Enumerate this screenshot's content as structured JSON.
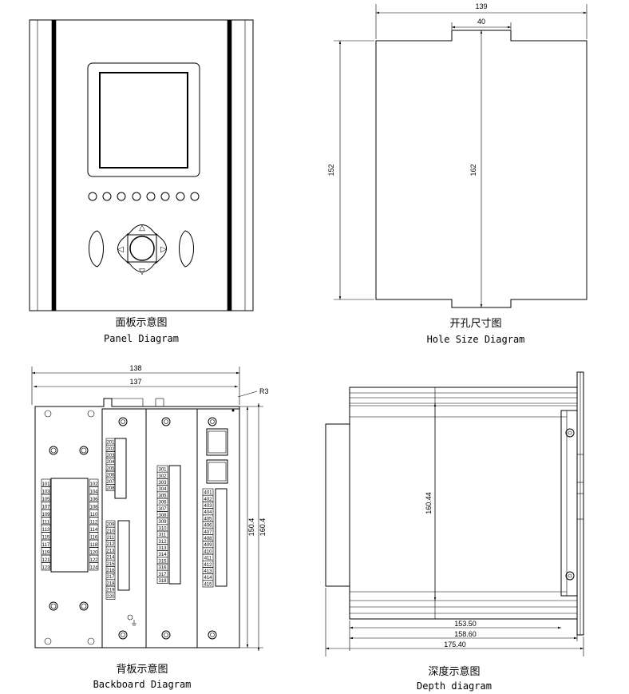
{
  "panel": {
    "caption_cn": "面板示意图",
    "caption_en": "Panel Diagram",
    "arrows": {
      "up": "△",
      "down": "▽",
      "left": "◁",
      "right": "▷"
    }
  },
  "hole": {
    "caption_cn": "开孔尺寸图",
    "caption_en": "Hole Size Diagram",
    "width": "139",
    "notch": "40",
    "height_outer": "152",
    "height_inner": "162"
  },
  "backboard": {
    "caption_cn": "背板示意图",
    "caption_en": "Backboard Diagram",
    "width_outer": "138",
    "width_inner": "137",
    "radius": "R3",
    "height_1": "150.4",
    "height_2": "160.4",
    "t1_left": [
      "101",
      "103",
      "105",
      "107",
      "109",
      "111",
      "113",
      "115",
      "117",
      "119",
      "121",
      "123"
    ],
    "t1_right": [
      "102",
      "104",
      "106",
      "108",
      "110",
      "112",
      "114",
      "116",
      "118",
      "120",
      "122",
      "124"
    ],
    "t2a": [
      "201",
      "202",
      "203",
      "204",
      "205",
      "206",
      "207",
      "208"
    ],
    "t2b": [
      "209",
      "210",
      "211",
      "212",
      "213",
      "214",
      "215",
      "216",
      "217",
      "218",
      "219",
      "220"
    ],
    "t3": [
      "301",
      "302",
      "303",
      "304",
      "305",
      "306",
      "307",
      "308",
      "309",
      "310",
      "311",
      "312",
      "313",
      "314",
      "315",
      "316",
      "317",
      "318"
    ],
    "t4": [
      "401",
      "402",
      "403",
      "404",
      "405",
      "406",
      "407",
      "408",
      "409",
      "410",
      "411",
      "412",
      "413",
      "414",
      "415"
    ]
  },
  "depth": {
    "caption_cn": "深度示意图",
    "caption_en": "Depth diagram",
    "height": "160.44",
    "dim_1": "153.50",
    "dim_2": "158.60",
    "dim_3": "175.40"
  }
}
